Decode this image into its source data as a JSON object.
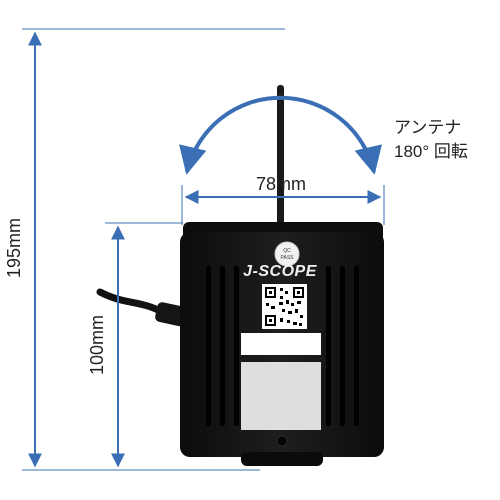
{
  "dimensions": {
    "height_total": "195mm",
    "height_body": "100mm",
    "width": "78mm"
  },
  "antenna_note": {
    "line1": "アンテナ",
    "line2": "180° 回転"
  },
  "device": {
    "brand": "J-SCOPE",
    "qc_sticker_line1": "QC",
    "qc_sticker_line2": "PASS"
  },
  "colors": {
    "dimension_line": "#3a6fb5",
    "device_body": "#141414",
    "label_text": "#222222"
  }
}
